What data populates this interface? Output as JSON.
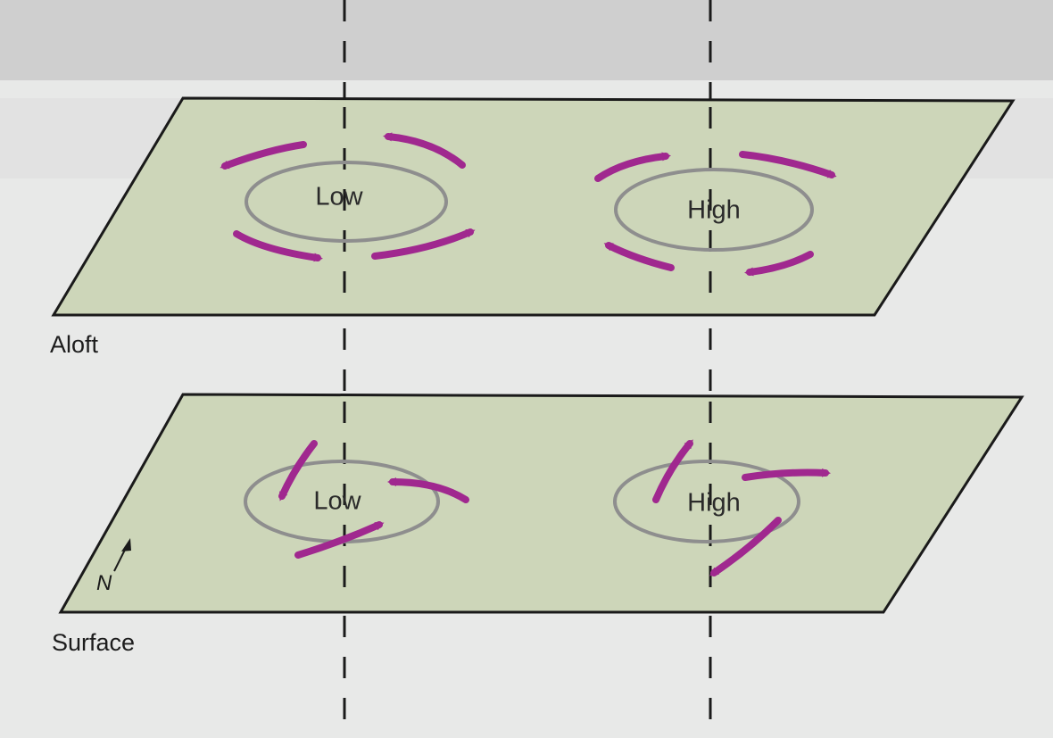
{
  "planes": [
    {
      "name": "Aloft",
      "label": "Aloft"
    },
    {
      "name": "Surface",
      "label": "Surface"
    }
  ],
  "systems": {
    "aloft_low": "Low",
    "aloft_high": "High",
    "surface_low": "Low",
    "surface_high": "High"
  },
  "compass": {
    "label": "N"
  },
  "colors": {
    "plane_fill": "#cdd6b9",
    "plane_stroke": "#1a1a1a",
    "arrow": "#a0288f",
    "ellipse": "#8e8e8e",
    "dashed_line": "#1a1a1a",
    "background": "#e8e9e8",
    "faded_banner": "#bdbdbd"
  }
}
